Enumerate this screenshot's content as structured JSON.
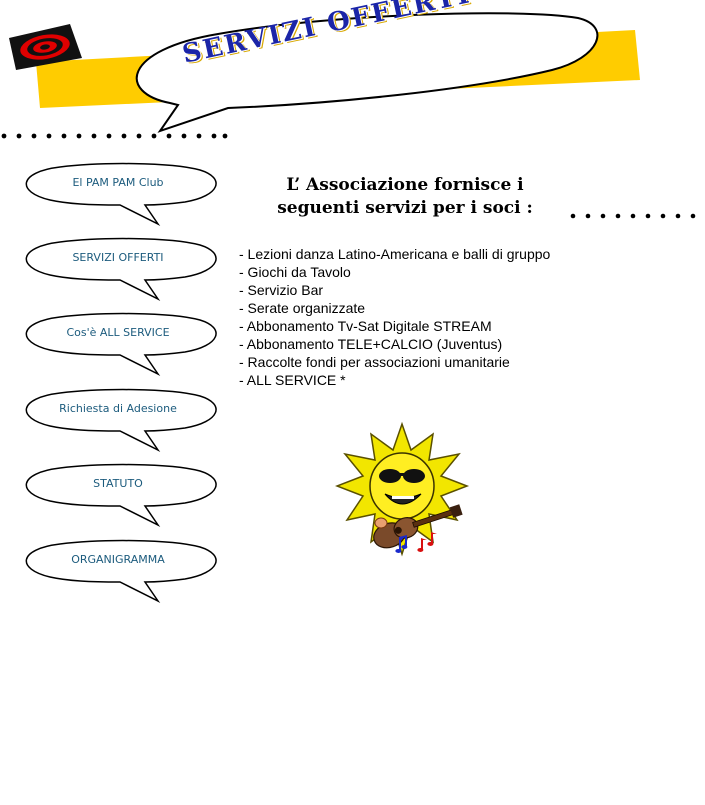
{
  "header": {
    "title": "SERVIZI OFFERTI",
    "colors": {
      "banner_yellow": "#ffcc00",
      "title_blue": "#1b25a8",
      "target_red": "#e00000"
    }
  },
  "nav": {
    "items": [
      {
        "label": "El PAM PAM Club"
      },
      {
        "label": "SERVIZI OFFERTI"
      },
      {
        "label": "Cos'è ALL SERVICE"
      },
      {
        "label": "Richiesta di Adesione"
      },
      {
        "label": "STATUTO"
      },
      {
        "label": "ORGANIGRAMMA"
      }
    ],
    "label_color": "#1c5b7d"
  },
  "main": {
    "intro_line1": "L’ Associazione  fornisce  i",
    "intro_line2": "seguenti servizi per i soci :",
    "services": [
      "- Lezioni danza Latino-Americana e balli di gruppo",
      "- Giochi da Tavolo",
      "- Servizio Bar",
      "- Serate organizzate",
      "- Abbonamento Tv-Sat Digitale STREAM",
      "- Abbonamento TELE+CALCIO (Juventus)",
      "- Raccolte fondi per associazioni umanitarie",
      "- ALL SERVICE *"
    ]
  }
}
